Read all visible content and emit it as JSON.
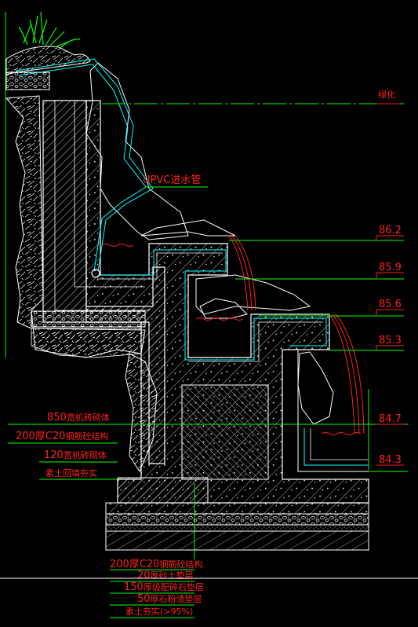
{
  "drawing": {
    "colors": {
      "background": "#000000",
      "outline": "#ffffff",
      "annotation": "#ff2020",
      "leader": "#00ff00",
      "hatch": "#ffffff",
      "water": "#ff2020",
      "liner": "#00ffff"
    },
    "top_label": "绿化",
    "pipe_label": "UPVC进水管",
    "elevations": [
      "86.2",
      "85.9",
      "85.6",
      "85.3",
      "84.7",
      "84.3"
    ],
    "wall_layers": [
      {
        "size": "850",
        "text": "宽机砖砌体"
      },
      {
        "size": "200厚C20",
        "text": "钢筋砼结构"
      },
      {
        "size": "120",
        "text": "宽机砖砌体"
      },
      {
        "size": "",
        "text": "素土回填夯实"
      }
    ],
    "base_layers": [
      {
        "size": "200厚C20",
        "text": "钢筋砼结构"
      },
      {
        "size": "20",
        "text": "厚砂土垫层"
      },
      {
        "size": "150",
        "text": "厚级配碎石垫层"
      },
      {
        "size": "50",
        "text": "厚石粉渣垫层"
      },
      {
        "size": "",
        "text": "素土夯实(>95%)"
      }
    ]
  }
}
